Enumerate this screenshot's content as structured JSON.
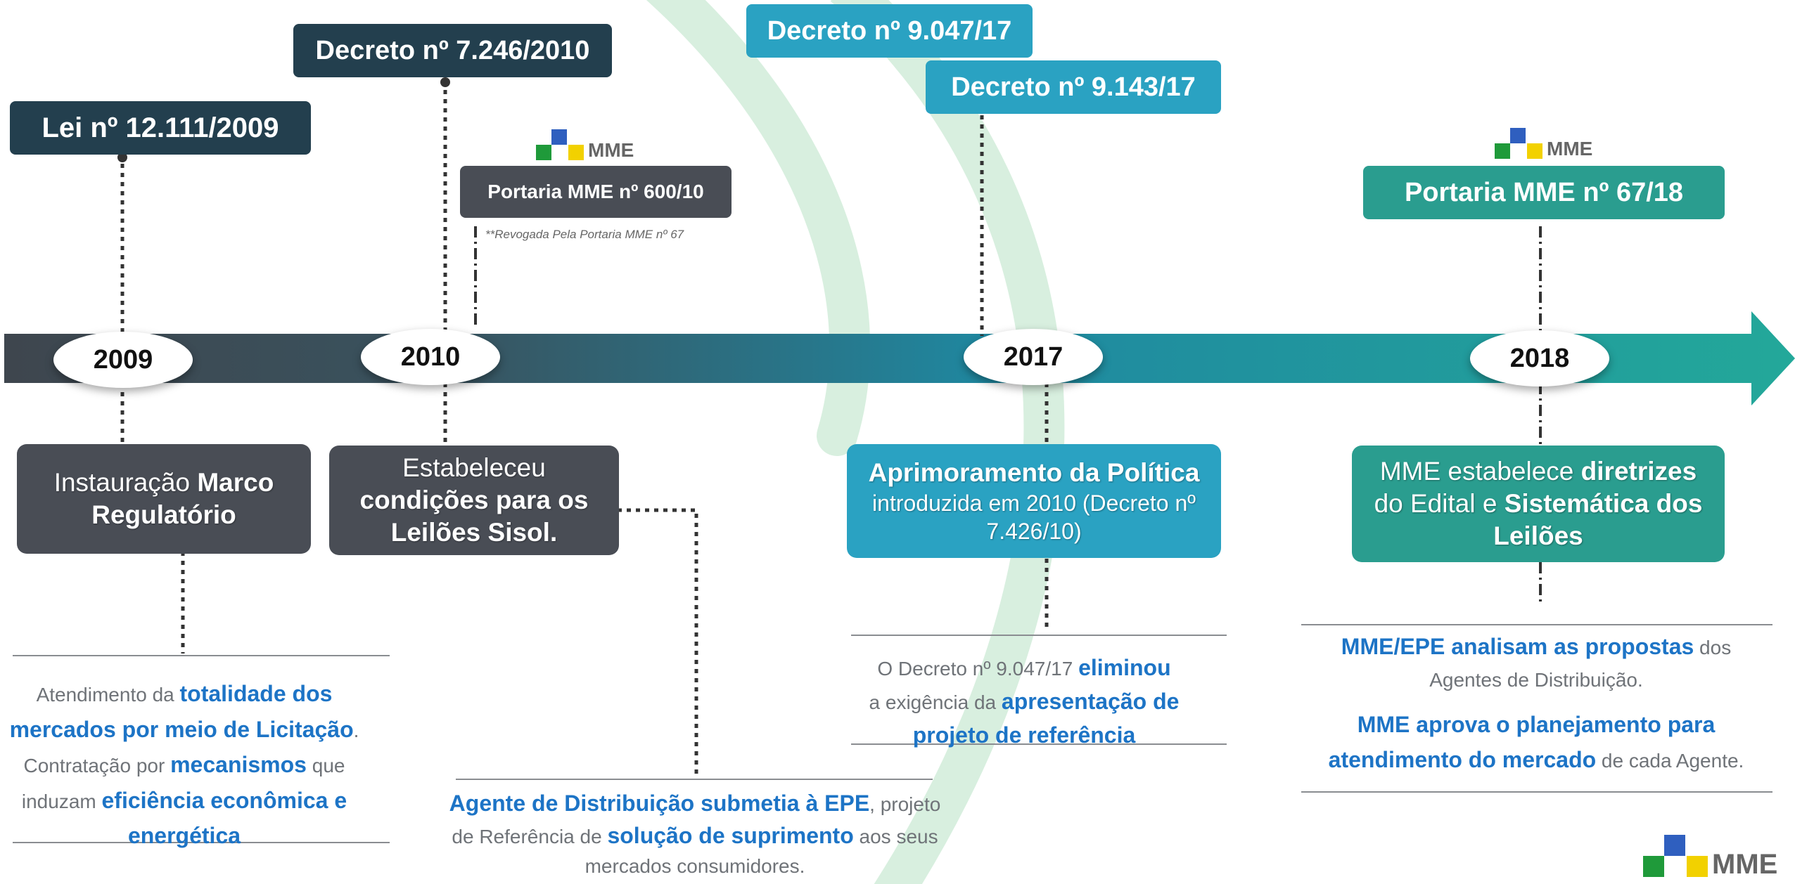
{
  "decrees": {
    "lei_2009": "Lei nº 12.111/2009",
    "dec_2010": "Decreto nº 7.246/2010",
    "dec_9047": "Decreto nº 9.047/17",
    "dec_9143": "Decreto nº 9.143/17",
    "portaria_600": "Portaria MME nº 600/10",
    "revogada_note": "**Revogada Pela Portaria MME nº 67",
    "portaria_67": "Portaria MME nº 67/18"
  },
  "years": [
    "2009",
    "2010",
    "2017",
    "2018"
  ],
  "boxes": {
    "b2009": {
      "normal": "Instauração ",
      "bold": "Marco Regulatório"
    },
    "b2010": {
      "normal": "Estabeleceu",
      "bold": "condições para os Leilões Sisol."
    },
    "b2017": {
      "bold": "Aprimoramento da Política",
      "normal": "introduzida em 2010 (Decreto nº 7.426/10)"
    },
    "b2018": {
      "normal1": "MME estabelece ",
      "bold1": "diretrizes",
      "normal2": "do Edital e ",
      "bold2": "Sistemática dos Leilões"
    }
  },
  "notes": {
    "n2009": {
      "p1": "Atendimento da ",
      "b1": "totalidade dos mercados por meio de Licitação",
      "p2": ".",
      "p3": "Contratação por ",
      "b2": "mecanismos",
      "p4": " que induzam ",
      "b3": "eficiência econômica e energética"
    },
    "n2010": {
      "b1": "Agente de Distribuição submetia à EPE",
      "p1": ", projeto de Referência de ",
      "b2": "solução de suprimento",
      "p2": " aos seus mercados consumidores."
    },
    "n2017": {
      "p1": "O Decreto nº 9.047/17 ",
      "b1": "eliminou",
      "p2": "a exigência da ",
      "b2": "apresentação de projeto de referência"
    },
    "n2018": {
      "b1": "MME/EPE analisam as propostas",
      "p1": " dos Agentes de Distribuição.",
      "b2": "MME aprova o planejamento para atendimento do mercado",
      "p2": " de cada Agente."
    }
  },
  "logo_text": "MME",
  "colors": {
    "dark": "#233f4e",
    "cyan": "#2aa2c2",
    "gray": "#494d55",
    "teal": "#2a9d8f",
    "blue_text": "#1d74c6",
    "arc_green": "#d8efdf"
  }
}
